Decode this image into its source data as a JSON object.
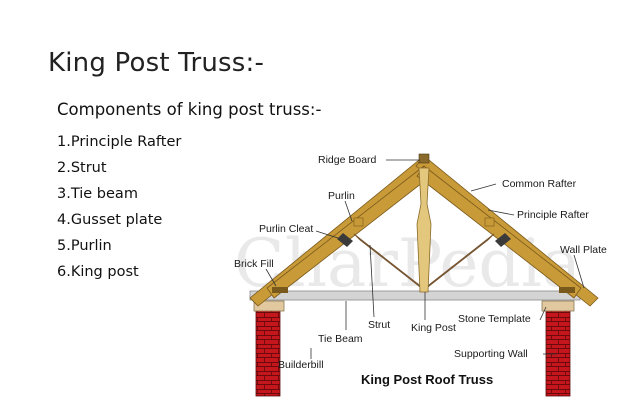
{
  "slide": {
    "title": "King Post Truss:-",
    "subtitle": "Components of king post truss:-",
    "components": [
      "1.Principle Rafter",
      "2.Strut",
      "3.Tie beam",
      "4.Gusset plate",
      "5.Purlin",
      "6.King post"
    ]
  },
  "diagram": {
    "caption": "King Post Roof Truss",
    "watermark": "CharPedia",
    "labels": {
      "ridge_board": "Ridge Board",
      "common_rafter": "Common Rafter",
      "principle_rafter": "Principle Rafter",
      "purlin": "Purlin",
      "purlin_cleat": "Purlin Cleat",
      "wall_plate": "Wall Plate",
      "brick_fill": "Brick Fill",
      "strut": "Strut",
      "king_post": "King Post",
      "stone_template": "Stone Template",
      "tie_beam": "Tie Beam",
      "supporting_wall": "Supporting  Wall",
      "builderbill": "Builderbill"
    },
    "colors": {
      "timber": "#c89a38",
      "timber_dark": "#7a5a1c",
      "strut": "#a57a52",
      "king_post": "#e3c77c",
      "tie_beam": "#d4d4d4",
      "wall_brick": "#c4161c",
      "stone": "#e2c89e",
      "cleat": "#3a3a3a"
    }
  }
}
